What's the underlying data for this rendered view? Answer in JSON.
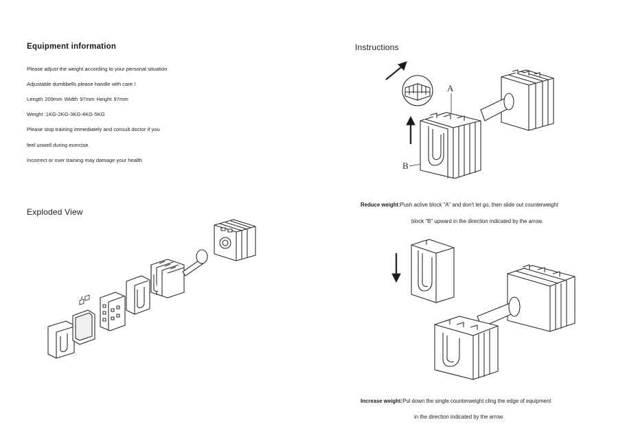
{
  "equipment_info": {
    "heading": "Equipment information",
    "lines": [
      "Please adjust the weight according to your personal situation",
      "Adjustable dumbbells please handle with care !",
      "Length 209mm    Width 97mm    Height 97mm",
      "Weight :1KG-2KG-3KG-4KG-5KG",
      "Please stop training immediately and consult doctor if you",
      "feel unwell during exercise.",
      "Incorrect or over training may damage your health"
    ]
  },
  "exploded_view": {
    "heading": "Exploded View"
  },
  "instructions": {
    "heading": "Instructions",
    "label_a": "A",
    "label_b": "B",
    "reduce_label": "Reduce weight:",
    "reduce_text_1": "Push active block \"A\" and don't let go, then slide out counterweight",
    "reduce_text_2": "block \"B\" upward in the direction indicated by the arrow.",
    "increase_label": "Increase weight:",
    "increase_text_1": "Pul down the single counterweight cling the edge of equipment",
    "increase_text_2": "in the direction indicated by the arrow."
  }
}
